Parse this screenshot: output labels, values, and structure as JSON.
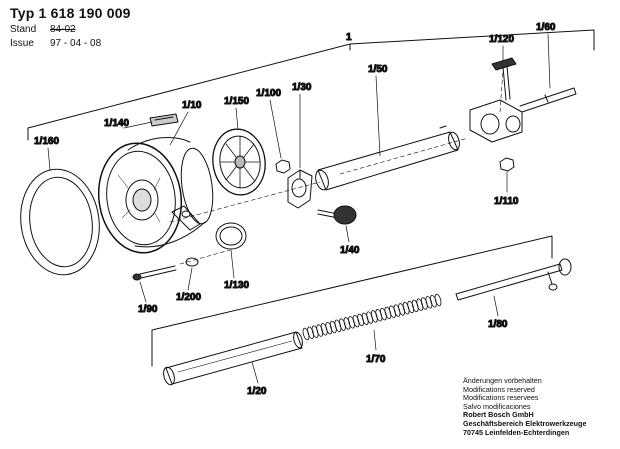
{
  "header": {
    "title": "Typ 1 618 190 009",
    "stand_label": "Stand",
    "stand_value": "84-02",
    "issue_label": "Issue",
    "issue_value": "97 - 04 - 08"
  },
  "labels": {
    "l1": "1",
    "l160": "1/160",
    "l140": "1/140",
    "l10": "1/10",
    "l150": "1/150",
    "l100": "1/100",
    "l30": "1/30",
    "l50": "1/50",
    "l120": "1/120",
    "l60": "1/60",
    "l110": "1/110",
    "l40": "1/40",
    "l130": "1/130",
    "l90": "1/90",
    "l200": "1/200",
    "l80": "1/80",
    "l70": "1/70",
    "l20": "1/20"
  },
  "footer": {
    "line1": "Änderungen vorbehalten",
    "line2": "Modifications reserved",
    "line3": "Modifications reservees",
    "line4": "Salvo modificaciones",
    "line5": "Robert Bosch GmbH",
    "line6": "Geschäftsbereich Elektrowerkzeuge",
    "line7": "70745 Leinfelden-Echterdingen"
  }
}
